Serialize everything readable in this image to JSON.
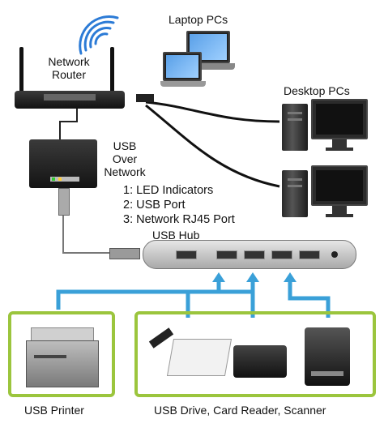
{
  "labels": {
    "network_router": [
      "Network",
      "Router"
    ],
    "laptop_pcs": "Laptop PCs",
    "desktop_pcs": "Desktop PCs",
    "usb_over_network": [
      "USB",
      "Over",
      "Network"
    ],
    "legend": [
      "1: LED Indicators",
      "2: USB Port",
      "3: Network RJ45 Port"
    ],
    "usb_hub": "USB Hub",
    "usb_printer": "USB Printer",
    "usb_devices": "USB Drive, Card Reader, Scanner"
  },
  "colors": {
    "connection_blue": "#3aa0d8",
    "device_box_green": "#9bc53d",
    "cable_black": "#111111",
    "hub_silver": "#c8c8c8",
    "wifi_blue": "#2c7bd6"
  },
  "icons": {
    "wifi": "wifi-signal-icon",
    "router": "router-icon",
    "device_server": "usb-network-server-icon",
    "laptop": "laptop-icon",
    "desktop": "desktop-pc-icon",
    "hub": "usb-hub-icon",
    "printer": "printer-icon",
    "card_reader": "card-reader-icon",
    "scanner": "scanner-icon"
  }
}
